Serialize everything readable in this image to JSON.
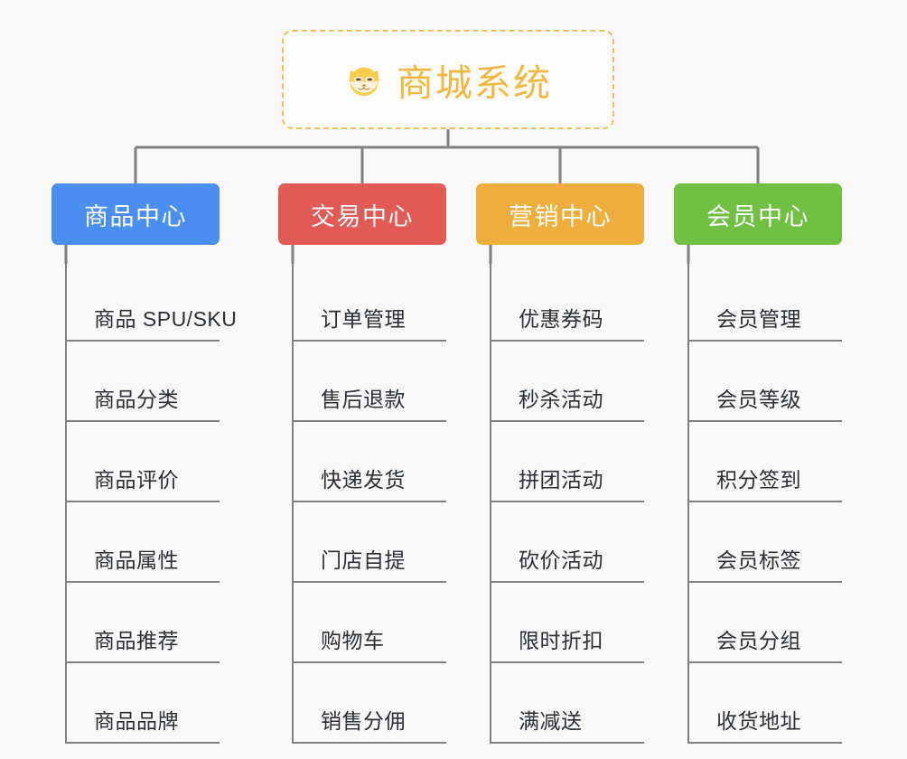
{
  "root": {
    "icon": "shiba-dog-face-icon",
    "title": "商城系统",
    "border_color": "#f0bc5e",
    "title_color": "#f0b841",
    "background": "#fdfdfd"
  },
  "canvas": {
    "background": "#f8f8f8",
    "connector_color": "#808080"
  },
  "categories": [
    {
      "label": "商品中心",
      "color": "#4a8ef0",
      "items": [
        "商品 SPU/SKU",
        "商品分类",
        "商品评价",
        "商品属性",
        "商品推荐",
        "商品品牌"
      ]
    },
    {
      "label": "交易中心",
      "color": "#e25a56",
      "items": [
        "订单管理",
        "售后退款",
        "快递发货",
        "门店自提",
        "购物车",
        "销售分佣"
      ]
    },
    {
      "label": "营销中心",
      "color": "#eeae3d",
      "items": [
        "优惠券码",
        "秒杀活动",
        "拼团活动",
        "砍价活动",
        "限时折扣",
        "满减送"
      ]
    },
    {
      "label": "会员中心",
      "color": "#70c044",
      "items": [
        "会员管理",
        "会员等级",
        "积分签到",
        "会员标签",
        "会员分组",
        "收货地址"
      ]
    }
  ]
}
